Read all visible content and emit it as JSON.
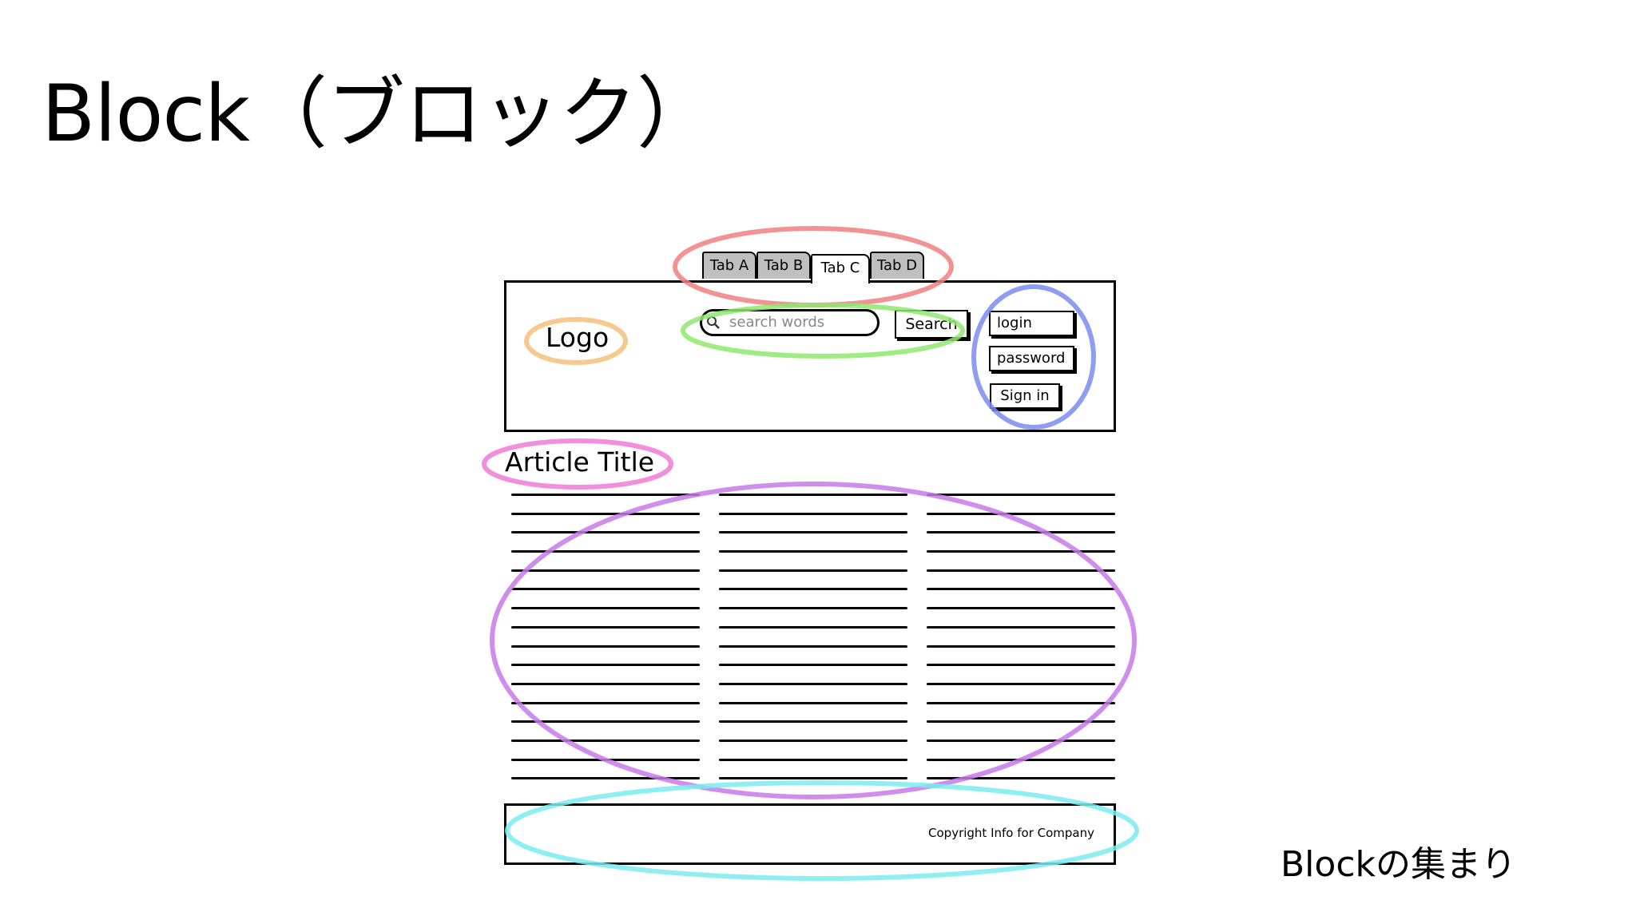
{
  "slide": {
    "title": "Block（ブロック）",
    "caption": "Blockの集まり"
  },
  "wireframe": {
    "tabs": [
      "Tab A",
      "Tab B",
      "Tab C",
      "Tab D"
    ],
    "active_tab": "Tab C",
    "logo": "Logo",
    "search": {
      "placeholder": "search words",
      "button_label": "Search",
      "icon": "magnifier-icon"
    },
    "login_form": {
      "login_placeholder": "login",
      "password_placeholder": "password",
      "signin_label": "Sign in"
    },
    "article_title": "Article Title",
    "footer_text": "Copyright Info for Company"
  },
  "highlight_colors": {
    "tabs": "#f08080",
    "logo": "#f5c07a",
    "search": "#8ee86f",
    "login": "#7a8cf0",
    "title": "#f07ad8",
    "body": "#c77ae8",
    "footer": "#7aecf0"
  }
}
